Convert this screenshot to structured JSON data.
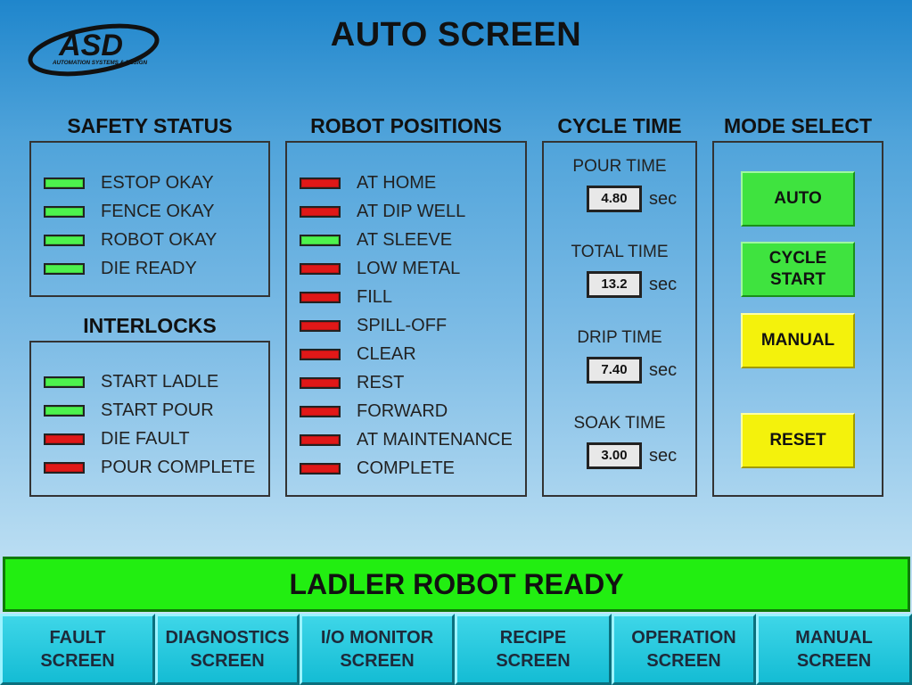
{
  "header": {
    "title": "AUTO SCREEN",
    "logo": {
      "mark": "ASD",
      "tagline": "AUTOMATION SYSTEMS & DESIGN"
    }
  },
  "colors": {
    "lamp_on": "#4df24d",
    "lamp_off": "#e01818",
    "status_bar": "#22ee11",
    "nav": "#14bcd4",
    "mode_green": "#3fe33f",
    "mode_yellow": "#f4f20c"
  },
  "safety_status": {
    "title": "SAFETY STATUS",
    "items": [
      {
        "label": "ESTOP OKAY",
        "state": "green"
      },
      {
        "label": "FENCE OKAY",
        "state": "green"
      },
      {
        "label": "ROBOT OKAY",
        "state": "green"
      },
      {
        "label": "DIE READY",
        "state": "green"
      }
    ]
  },
  "interlocks": {
    "title": "INTERLOCKS",
    "items": [
      {
        "label": "START LADLE",
        "state": "green"
      },
      {
        "label": "START POUR",
        "state": "green"
      },
      {
        "label": "DIE FAULT",
        "state": "red"
      },
      {
        "label": "POUR COMPLETE",
        "state": "red"
      }
    ]
  },
  "robot_positions": {
    "title": "ROBOT POSITIONS",
    "items": [
      {
        "label": "AT HOME",
        "state": "red"
      },
      {
        "label": "AT DIP WELL",
        "state": "red"
      },
      {
        "label": "AT SLEEVE",
        "state": "green"
      },
      {
        "label": "LOW METAL",
        "state": "red"
      },
      {
        "label": "FILL",
        "state": "red"
      },
      {
        "label": "SPILL-OFF",
        "state": "red"
      },
      {
        "label": "CLEAR",
        "state": "red"
      },
      {
        "label": "REST",
        "state": "red"
      },
      {
        "label": "FORWARD",
        "state": "red"
      },
      {
        "label": "AT MAINTENANCE",
        "state": "red"
      },
      {
        "label": "COMPLETE",
        "state": "red"
      }
    ]
  },
  "cycle_time": {
    "title": "CYCLE TIME",
    "items": [
      {
        "label": "POUR TIME",
        "value": "4.80",
        "unit": "sec"
      },
      {
        "label": "TOTAL TIME",
        "value": "13.2",
        "unit": "sec"
      },
      {
        "label": "DRIP TIME",
        "value": "7.40",
        "unit": "sec"
      },
      {
        "label": "SOAK TIME",
        "value": "3.00",
        "unit": "sec"
      }
    ]
  },
  "mode_select": {
    "title": "MODE SELECT",
    "buttons": [
      {
        "line1": "AUTO",
        "line2": "",
        "color": "green"
      },
      {
        "line1": "CYCLE",
        "line2": "START",
        "color": "green"
      },
      {
        "line1": "MANUAL",
        "line2": "",
        "color": "yellow"
      },
      {
        "line1": "RESET",
        "line2": "",
        "color": "yellow"
      }
    ]
  },
  "status": {
    "text": "LADLER ROBOT READY"
  },
  "nav": [
    {
      "line1": "FAULT",
      "line2": "SCREEN"
    },
    {
      "line1": "DIAGNOSTICS",
      "line2": "SCREEN"
    },
    {
      "line1": "I/O MONITOR",
      "line2": "SCREEN"
    },
    {
      "line1": "RECIPE",
      "line2": "SCREEN"
    },
    {
      "line1": "OPERATION",
      "line2": "SCREEN"
    },
    {
      "line1": "MANUAL",
      "line2": "SCREEN"
    }
  ]
}
